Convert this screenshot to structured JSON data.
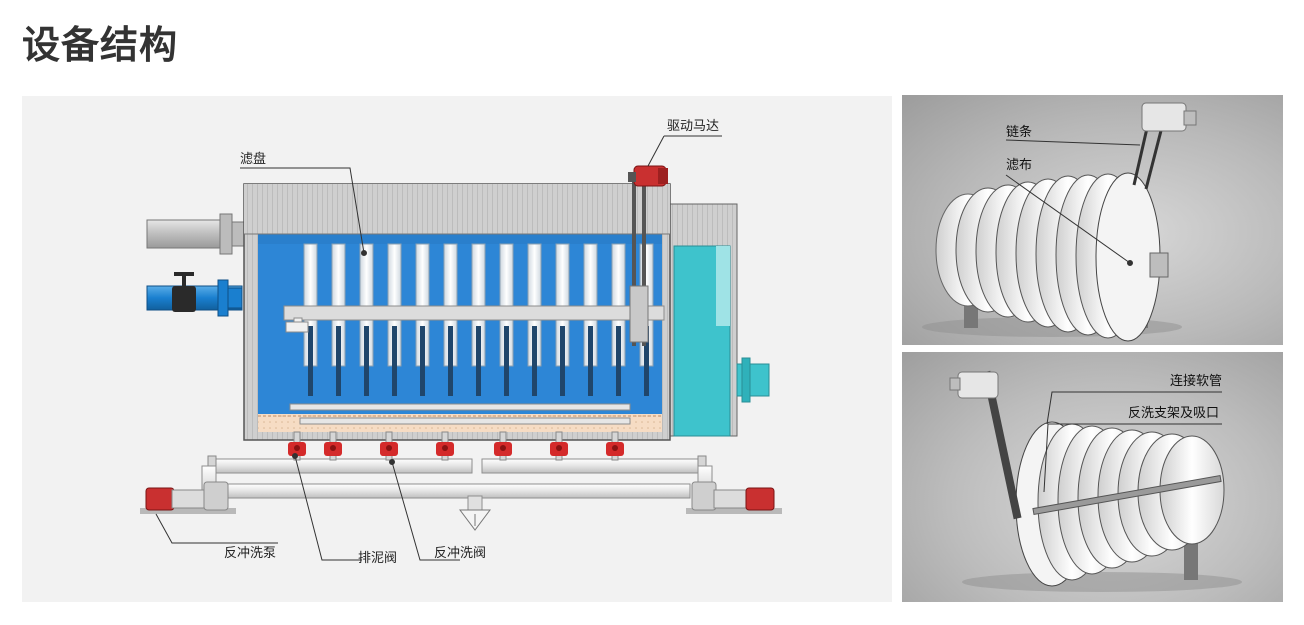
{
  "page": {
    "title": "设备结构"
  },
  "colors": {
    "tank_water": "#2d86d6",
    "tank_water_dark": "#1f6fb8",
    "pipe_blue": "#1a7fcf",
    "valve_red": "#d42a2a",
    "cyan_chamber": "#3ec3cc",
    "sludge": "#f5dcc3",
    "frame_gray": "#888888"
  },
  "diagram": {
    "labels": {
      "filter_disc": "滤盘",
      "drive_motor": "驱动马达",
      "backwash_pump": "反冲洗泵",
      "sludge_valve": "排泥阀",
      "backwash_valve": "反冲洗阀"
    }
  },
  "photo_top": {
    "labels": {
      "chain": "链条",
      "filter_cloth": "滤布"
    }
  },
  "photo_bottom": {
    "labels": {
      "connecting_hose": "连接软管",
      "backwash_bracket": "反洗支架及吸口"
    }
  }
}
